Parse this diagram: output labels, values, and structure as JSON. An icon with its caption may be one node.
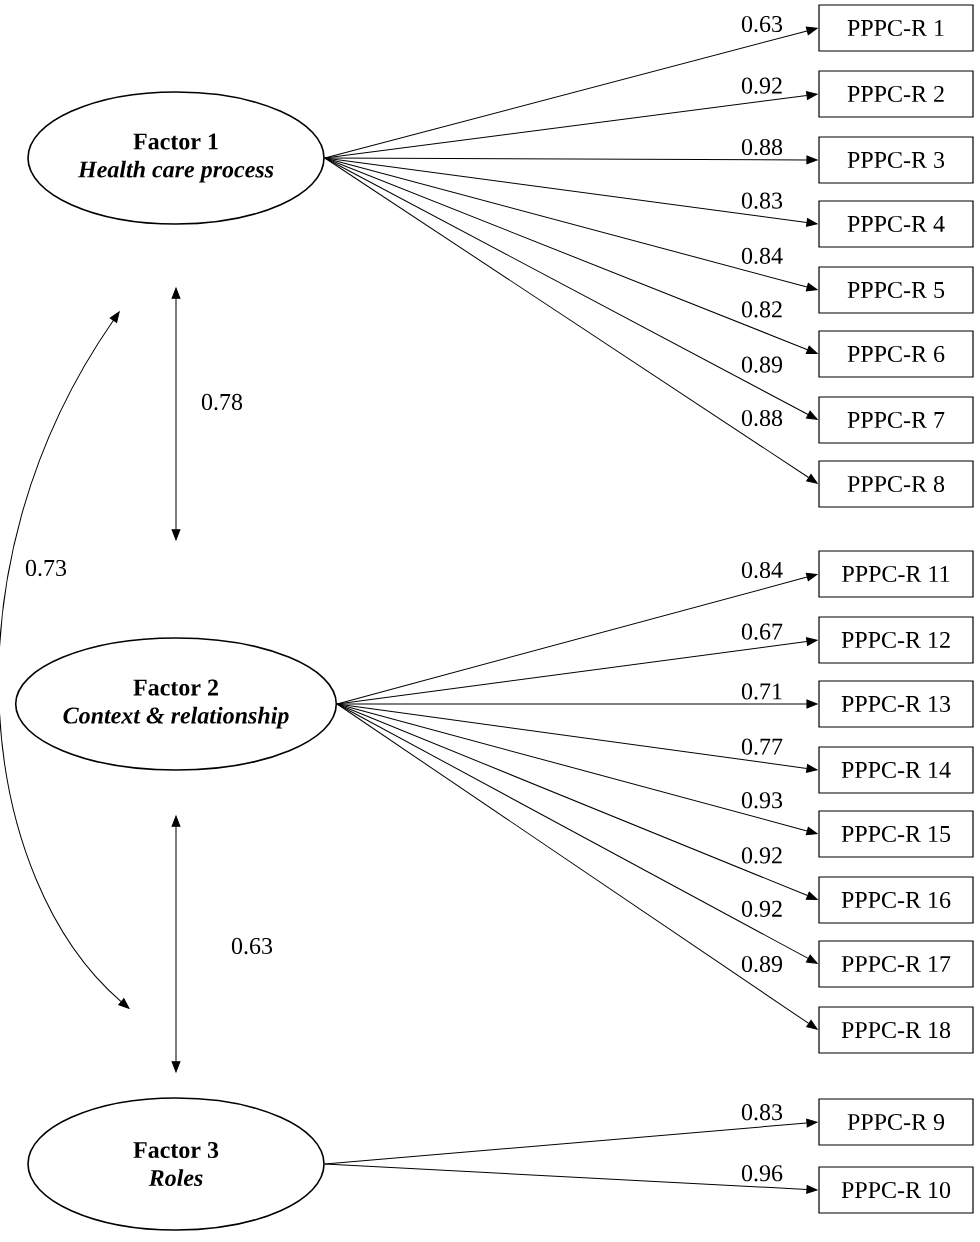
{
  "diagram": {
    "nodes": [
      {
        "text": [
          "Factor 1",
          "Health care process"
        ]
      },
      {
        "text": [
          "PPPC-R 1"
        ]
      },
      {
        "text": [
          "PPPC-R 2"
        ]
      },
      {
        "text": [
          "PPPC-R 3"
        ]
      },
      {
        "text": [
          "PPPC-R 4"
        ]
      },
      {
        "text": [
          "PPPC-R 5"
        ]
      },
      {
        "text": [
          "PPPC-R 6"
        ]
      },
      {
        "text": [
          "PPPC-R 7"
        ]
      },
      {
        "text": [
          "PPPC-R 8"
        ]
      },
      {
        "text": [
          "Factor 2",
          "Context & relationship"
        ]
      },
      {
        "text": [
          "PPPC-R 11"
        ]
      },
      {
        "text": [
          "PPPC-R 12"
        ]
      },
      {
        "text": [
          "PPPC-R 13"
        ]
      },
      {
        "text": [
          "PPPC-R 14"
        ]
      },
      {
        "text": [
          "PPPC-R 15"
        ]
      },
      {
        "text": [
          "PPPC-R 16"
        ]
      },
      {
        "text": [
          "PPPC-R 17"
        ]
      },
      {
        "text": [
          "PPPC-R 18"
        ]
      },
      {
        "text": [
          "Factor 3",
          "Roles"
        ]
      },
      {
        "text": [
          "PPPC-R 9"
        ]
      },
      {
        "text": [
          "PPPC-R 10"
        ]
      }
    ],
    "edges": [
      {
        "from": 0,
        "to": 1,
        "arrow": "to",
        "label": "0.63"
      },
      {
        "from": 0,
        "to": 2,
        "arrow": "to",
        "label": "0.92"
      },
      {
        "from": 0,
        "to": 3,
        "arrow": "to",
        "label": "0.88"
      },
      {
        "from": 0,
        "to": 4,
        "arrow": "to",
        "label": "0.83"
      },
      {
        "from": 0,
        "to": 5,
        "arrow": "to",
        "label": "0.84"
      },
      {
        "from": 0,
        "to": 6,
        "arrow": "to",
        "label": "0.82"
      },
      {
        "from": 0,
        "to": 7,
        "arrow": "to",
        "label": "0.89"
      },
      {
        "from": 0,
        "to": 8,
        "arrow": "to",
        "label": "0.88"
      },
      {
        "from": 9,
        "to": 10,
        "arrow": "to",
        "label": "0.84"
      },
      {
        "from": 9,
        "to": 11,
        "arrow": "to",
        "label": "0.67"
      },
      {
        "from": 9,
        "to": 12,
        "arrow": "to",
        "label": "0.71"
      },
      {
        "from": 9,
        "to": 13,
        "arrow": "to",
        "label": "0.77"
      },
      {
        "from": 9,
        "to": 14,
        "arrow": "to",
        "label": "0.93"
      },
      {
        "from": 9,
        "to": 15,
        "arrow": "to",
        "label": "0.92"
      },
      {
        "from": 9,
        "to": 16,
        "arrow": "to",
        "label": "0.92"
      },
      {
        "from": 9,
        "to": 17,
        "arrow": "to",
        "label": "0.89"
      },
      {
        "from": 18,
        "to": 19,
        "arrow": "to",
        "label": "0.83"
      },
      {
        "from": 18,
        "to": 20,
        "arrow": "to",
        "label": "0.96"
      },
      {
        "from": 0,
        "to": 9,
        "arrow": "both",
        "label": "0.78"
      },
      {
        "from": 9,
        "to": 18,
        "arrow": "both",
        "label": "0.63"
      },
      {
        "from": 0,
        "to": 18,
        "arrow": "both",
        "label": "0.73"
      }
    ]
  }
}
